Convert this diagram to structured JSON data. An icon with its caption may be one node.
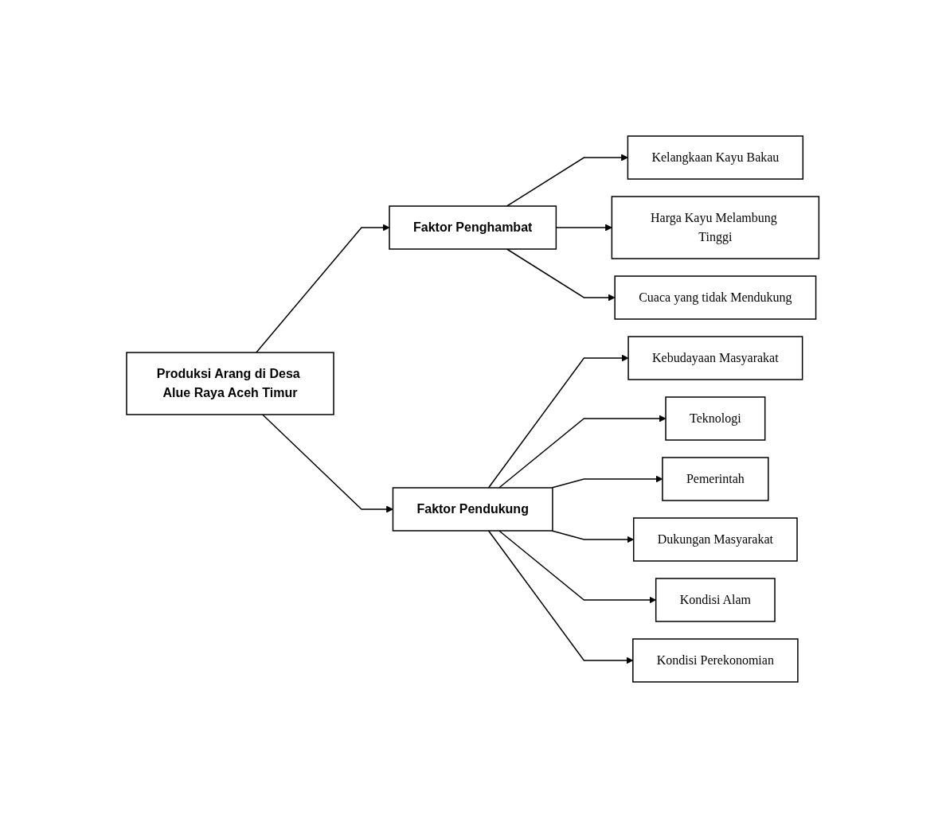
{
  "diagram": {
    "nodes": [
      {
        "text": [
          "Produksi Arang di Desa Alue Raya Aceh Timur"
        ]
      },
      {
        "text": [
          "Faktor Penghambat"
        ]
      },
      {
        "text": [
          "Faktor Pendukung"
        ]
      },
      {
        "text": [
          "Kelangkaan Kayu Bakau"
        ]
      },
      {
        "text": [
          "Harga Kayu Melambung Tinggi"
        ]
      },
      {
        "text": [
          "Cuaca yang tidak Mendukung"
        ]
      },
      {
        "text": [
          "Kebudayaan Masyarakat"
        ]
      },
      {
        "text": [
          "Teknologi"
        ]
      },
      {
        "text": [
          "Pemerintah"
        ]
      },
      {
        "text": [
          "Dukungan Masyarakat"
        ]
      },
      {
        "text": [
          "Kondisi Alam"
        ]
      },
      {
        "text": [
          "Kondisi Perekonomian"
        ]
      }
    ],
    "edges": [
      {
        "from": 0,
        "to": 1,
        "arrow": "to"
      },
      {
        "from": 0,
        "to": 2,
        "arrow": "to"
      },
      {
        "from": 1,
        "to": 3,
        "arrow": "to"
      },
      {
        "from": 1,
        "to": 4,
        "arrow": "to"
      },
      {
        "from": 1,
        "to": 5,
        "arrow": "to"
      },
      {
        "from": 2,
        "to": 6,
        "arrow": "to"
      },
      {
        "from": 2,
        "to": 7,
        "arrow": "to"
      },
      {
        "from": 2,
        "to": 8,
        "arrow": "to"
      },
      {
        "from": 2,
        "to": 9,
        "arrow": "to"
      },
      {
        "from": 2,
        "to": 10,
        "arrow": "to"
      },
      {
        "from": 2,
        "to": 11,
        "arrow": "to"
      }
    ]
  }
}
